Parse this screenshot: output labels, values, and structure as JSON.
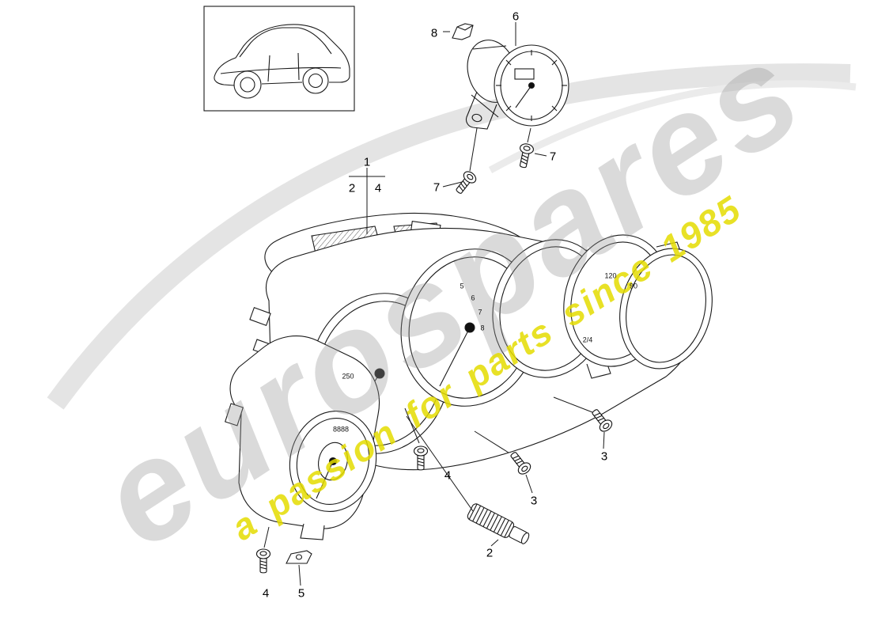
{
  "watermark": {
    "brand": "eurospares",
    "tagline": "a passion for parts since 1985",
    "brand_color": "#d8d8d8",
    "tagline_color": "#e4dc00"
  },
  "callouts": [
    {
      "id": "8",
      "label": "8"
    },
    {
      "id": "6",
      "label": "6"
    },
    {
      "id": "7-right",
      "label": "7"
    },
    {
      "id": "7-left",
      "label": "7"
    },
    {
      "id": "1",
      "label": "1"
    },
    {
      "id": "2-top",
      "label": "2"
    },
    {
      "id": "4-top",
      "label": "4"
    },
    {
      "id": "3-front",
      "label": "3"
    },
    {
      "id": "3-rear",
      "label": "3"
    },
    {
      "id": "4-mid",
      "label": "4"
    },
    {
      "id": "2-bottom",
      "label": "2"
    },
    {
      "id": "4-bottom",
      "label": "4"
    },
    {
      "id": "5",
      "label": "5"
    }
  ],
  "cluster_markings": {
    "tach": [
      "5",
      "6",
      "7",
      "8"
    ],
    "aux_gauge": [
      "120",
      "90"
    ],
    "fuel": "2/4",
    "speedo": [
      "250"
    ],
    "odometer": "8888"
  }
}
